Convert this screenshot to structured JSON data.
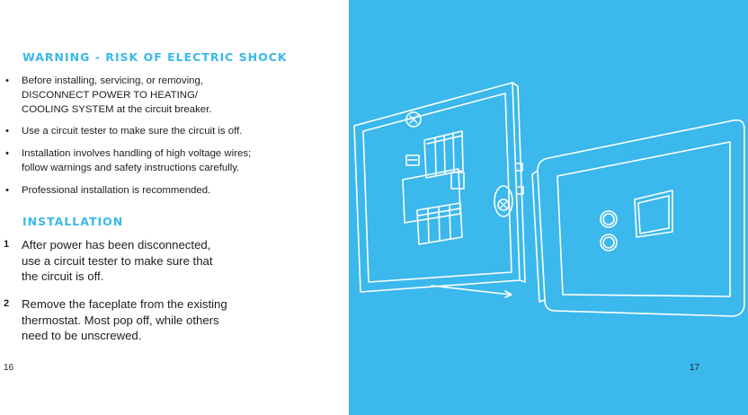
{
  "left_page": {
    "warning": {
      "heading": "WARNING - RISK OF ELECTRIC SHOCK",
      "bullets": [
        {
          "symbol": "•",
          "lines": [
            "Before installing, servicing, or removing,",
            "DISCONNECT POWER TO HEATING/",
            "COOLING SYSTEM at the circuit breaker."
          ]
        },
        {
          "symbol": "•",
          "lines": [
            "Use a circuit tester to make sure the circuit is off."
          ]
        },
        {
          "symbol": "•",
          "lines": [
            "Installation involves handling of high voltage wires;",
            "follow warnings and safety instructions carefully."
          ]
        },
        {
          "symbol": "•",
          "lines": [
            "Professional installation is recommended."
          ]
        }
      ]
    },
    "installation": {
      "heading": "INSTALLATION",
      "steps": [
        {
          "number": "1",
          "lines": [
            "After power has been disconnected,",
            "use a circuit tester to make sure that",
            "the circuit is off."
          ]
        },
        {
          "number": "2",
          "lines": [
            "Remove the faceplate from the existing",
            "thermostat.  Most pop off, while others",
            "need to be unscrewed."
          ]
        }
      ]
    },
    "page_number": "16"
  },
  "right_page": {
    "background_color": "#3bb8ec",
    "line_color": "#ffffff",
    "illustration_icon": "thermostat-faceplate-removal-icon",
    "page_number": "17"
  }
}
